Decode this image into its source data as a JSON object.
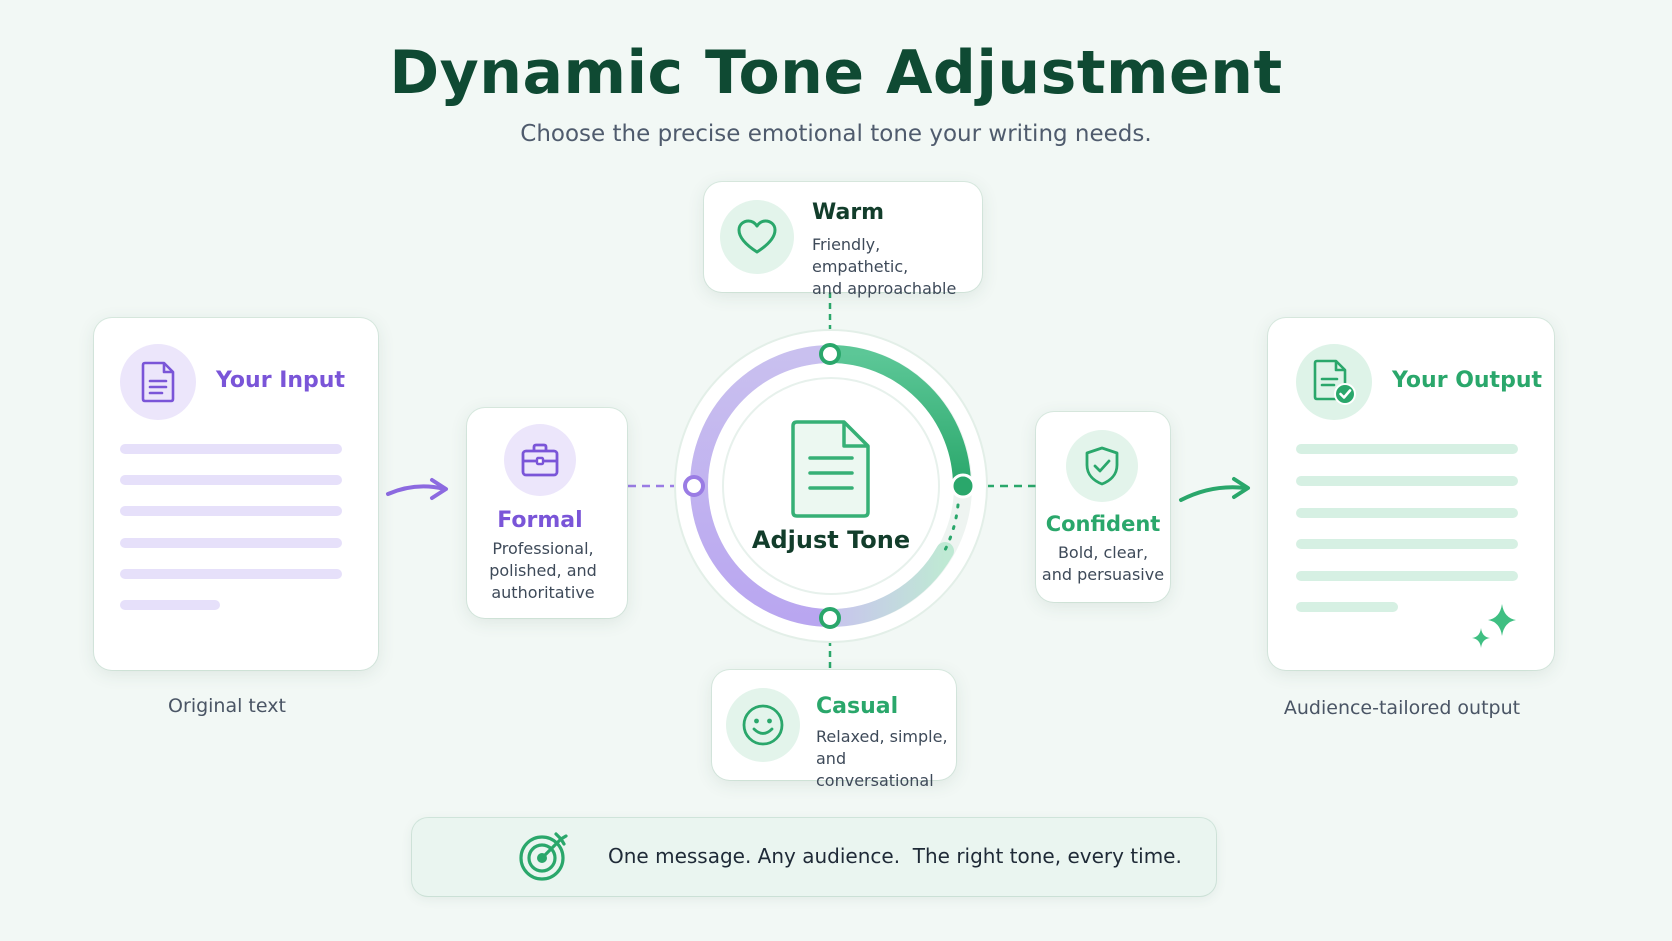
{
  "header": {
    "title": "Dynamic Tone Adjustment",
    "subtitle": "Choose the precise emotional tone your writing needs."
  },
  "input": {
    "title": "Your Input",
    "caption": "Original text",
    "icon": "document-icon",
    "accent": "#7a55d8"
  },
  "output": {
    "title": "Your Output",
    "caption": "Audience-tailored output",
    "icon": "document-check-icon",
    "accent": "#2aa76b"
  },
  "center": {
    "label": "Adjust Tone",
    "icon": "document-icon"
  },
  "tones": {
    "warm": {
      "title": "Warm",
      "line1": "Friendly, empathetic,",
      "line2": "and approachable",
      "icon": "heart-icon"
    },
    "formal": {
      "title": "Formal",
      "line1": "Professional,",
      "line2": "polished, and",
      "line3": "authoritative",
      "icon": "briefcase-icon"
    },
    "confident": {
      "title": "Confident",
      "line1": "Bold, clear,",
      "line2": "and persuasive",
      "icon": "shield-check-icon"
    },
    "casual": {
      "title": "Casual",
      "line1": "Relaxed, simple,",
      "line2": "and conversational",
      "icon": "smiley-icon"
    }
  },
  "footer": {
    "text": "One message. Any audience.  The right tone, every time.",
    "icon": "target-icon"
  },
  "colors": {
    "green": "#2aa76b",
    "dark_green": "#0f4a33",
    "purple": "#7a55d8",
    "background": "#f2f8f5"
  }
}
